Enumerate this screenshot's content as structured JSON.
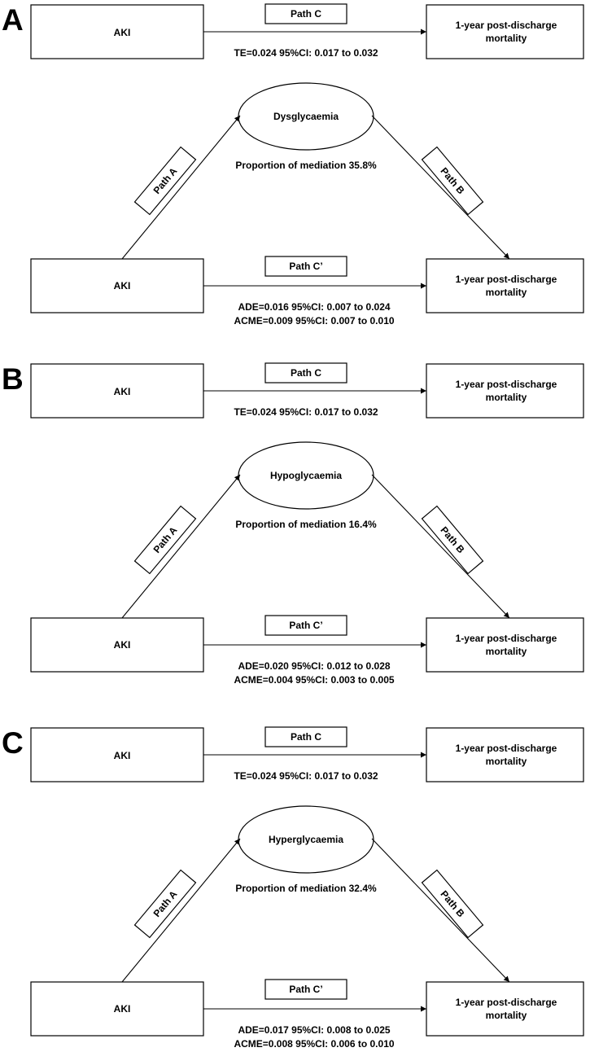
{
  "panels": [
    {
      "letter": "A",
      "exposure": "AKI",
      "outcome_line1": "1-year post-discharge",
      "outcome_line2": "mortality",
      "mediator": "Dysglycaemia",
      "path_c": "Path C",
      "path_c_prime": "Path C’",
      "path_a": "Path A",
      "path_b": "Path B",
      "te": "TE=0.024 95%CI: 0.017 to 0.032",
      "proportion": "Proportion of mediation 35.8%",
      "ade": "ADE=0.016 95%CI: 0.007 to 0.024",
      "acme": "ACME=0.009 95%CI: 0.007 to 0.010"
    },
    {
      "letter": "B",
      "exposure": "AKI",
      "outcome_line1": "1-year post-discharge",
      "outcome_line2": "mortality",
      "mediator": "Hypoglycaemia",
      "path_c": "Path C",
      "path_c_prime": "Path C’",
      "path_a": "Path A",
      "path_b": "Path B",
      "te": "TE=0.024 95%CI: 0.017 to 0.032",
      "proportion": "Proportion of mediation 16.4%",
      "ade": "ADE=0.020 95%CI: 0.012 to 0.028",
      "acme": "ACME=0.004 95%CI: 0.003 to 0.005"
    },
    {
      "letter": "C",
      "exposure": "AKI",
      "outcome_line1": "1-year post-discharge",
      "outcome_line2": "mortality",
      "mediator": "Hyperglycaemia",
      "path_c": "Path C",
      "path_c_prime": "Path C’",
      "path_a": "Path A",
      "path_b": "Path B",
      "te": "TE=0.024 95%CI: 0.017 to 0.032",
      "proportion": "Proportion of mediation 32.4%",
      "ade": "ADE=0.017 95%CI: 0.008 to 0.025",
      "acme": "ACME=0.008 95%CI: 0.006 to 0.010"
    }
  ]
}
